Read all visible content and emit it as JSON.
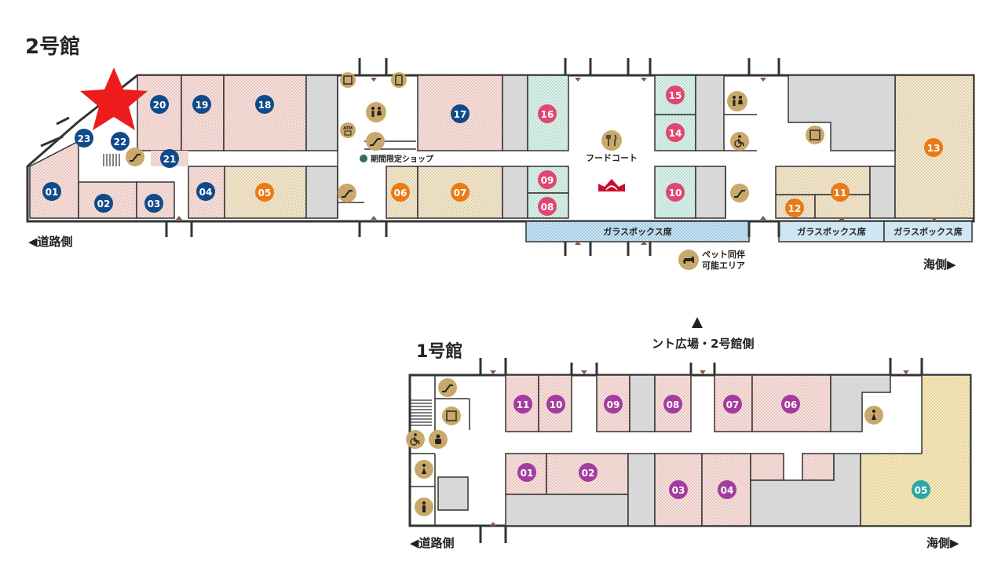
{
  "colors": {
    "navy": "#0f4a8a",
    "orange": "#ea7a16",
    "pink": "#e0466f",
    "purple": "#a33c9e",
    "teal": "#2aa8a3",
    "gold": "#c9a96b",
    "wall": "#333333",
    "gray": "#d8d8d8",
    "star": "#ee1c1c"
  },
  "building2": {
    "title": "2号館",
    "road_side": "◀道路側",
    "sea_side": "海側▶",
    "limited_shop": "期間限定ショップ",
    "food_court": "フードコート",
    "glass_box_1": "ガラスボックス席",
    "glass_box_2": "ガラスボックス席",
    "glass_box_3": "ガラスボックス席",
    "pet_area_line1": "ペット同伴",
    "pet_area_line2": "可能エリア",
    "units": [
      {
        "label": "01",
        "color": "navy"
      },
      {
        "label": "02",
        "color": "navy"
      },
      {
        "label": "03",
        "color": "navy"
      },
      {
        "label": "04",
        "color": "navy"
      },
      {
        "label": "05",
        "color": "orange"
      },
      {
        "label": "06",
        "color": "orange"
      },
      {
        "label": "07",
        "color": "orange"
      },
      {
        "label": "08",
        "color": "pink"
      },
      {
        "label": "09",
        "color": "pink"
      },
      {
        "label": "10",
        "color": "pink"
      },
      {
        "label": "11",
        "color": "orange"
      },
      {
        "label": "12",
        "color": "orange"
      },
      {
        "label": "13",
        "color": "orange"
      },
      {
        "label": "14",
        "color": "pink"
      },
      {
        "label": "15",
        "color": "pink"
      },
      {
        "label": "16",
        "color": "pink"
      },
      {
        "label": "17",
        "color": "navy"
      },
      {
        "label": "18",
        "color": "navy"
      },
      {
        "label": "19",
        "color": "navy"
      },
      {
        "label": "20",
        "color": "navy"
      },
      {
        "label": "21",
        "color": "navy"
      },
      {
        "label": "22",
        "color": "navy"
      },
      {
        "label": "23",
        "color": "navy"
      }
    ]
  },
  "building1": {
    "title": "1号館",
    "top_direction": "ント広場・2号館側",
    "road_side": "◀道路側",
    "sea_side": "海側▶",
    "units": [
      {
        "label": "01",
        "color": "purple"
      },
      {
        "label": "02",
        "color": "purple"
      },
      {
        "label": "03",
        "color": "purple"
      },
      {
        "label": "04",
        "color": "purple"
      },
      {
        "label": "05",
        "color": "teal"
      },
      {
        "label": "06",
        "color": "purple"
      },
      {
        "label": "07",
        "color": "purple"
      },
      {
        "label": "08",
        "color": "purple"
      },
      {
        "label": "09",
        "color": "purple"
      },
      {
        "label": "10",
        "color": "purple"
      },
      {
        "label": "11",
        "color": "purple"
      }
    ]
  },
  "icons": {
    "atm": "ATM"
  },
  "marker": {
    "name": "current-location-star"
  }
}
